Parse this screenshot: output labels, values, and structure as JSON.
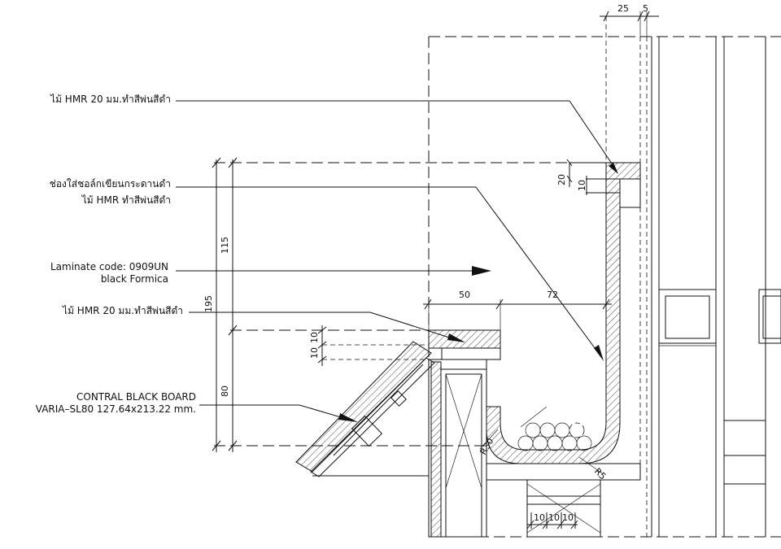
{
  "callouts": {
    "top_hmr": "ไม้ HMR 20 มม.ทำสีพ่นสีดำ",
    "chalk_slot_line1": "ช่องใส่ชอล์กเขียนกระดานดำ",
    "chalk_slot_line2": "ไม้ HMR  ทำสีพ่นสีดำ",
    "laminate_line1": "Laminate code: 0909UN",
    "laminate_line2": "black Formica",
    "mid_hmr": "ไม้ HMR 20 มม.ทำสีพ่นสีดำ",
    "board_line1": "CONTRAL BLACK BOARD",
    "board_line2": "VARIA–SL80 127.64x213.22 mm."
  },
  "dimensions": {
    "top_25": "25",
    "top_5": "5",
    "v_20": "20",
    "v_10": "10",
    "h_50": "50",
    "h_72": "72",
    "v_115": "115",
    "v_195": "195",
    "v_80": "80",
    "v_10a": "10",
    "v_10b": "10",
    "r30": "R30",
    "r5": "R5",
    "b_10a": "10",
    "b_10b": "10",
    "b_10c": "10"
  }
}
